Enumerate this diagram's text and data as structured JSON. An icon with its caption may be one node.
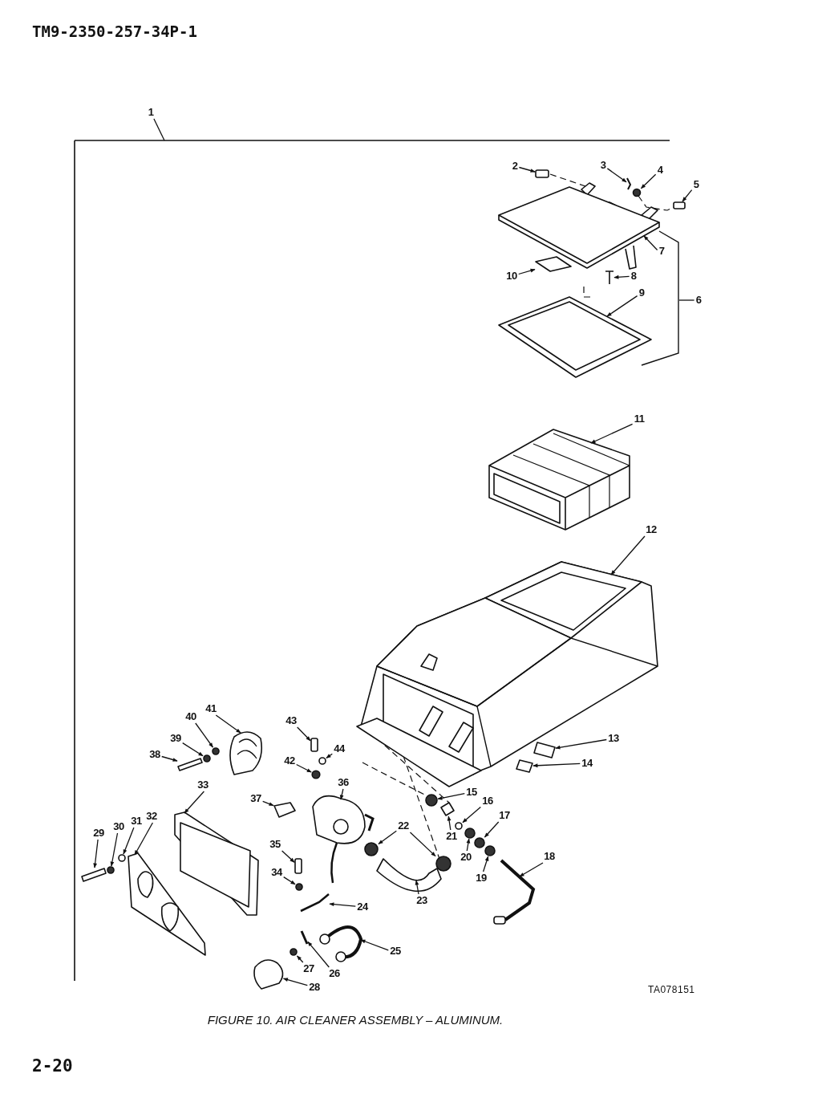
{
  "diagram": {
    "caption": "FIGURE 10. AIR CLEANER ASSEMBLY – ALUMINUM.",
    "nodes": [
      {
        "text": [
          "1"
        ]
      },
      {
        "text": [
          "2"
        ]
      },
      {
        "text": [
          "3"
        ]
      },
      {
        "text": [
          "4"
        ]
      },
      {
        "text": [
          "5"
        ]
      },
      {
        "text": [
          "6"
        ]
      },
      {
        "text": [
          "7"
        ]
      },
      {
        "text": [
          "8"
        ]
      },
      {
        "text": [
          "9"
        ]
      },
      {
        "text": [
          "10"
        ]
      },
      {
        "text": [
          "11"
        ]
      },
      {
        "text": [
          "12"
        ]
      },
      {
        "text": [
          "13"
        ]
      },
      {
        "text": [
          "14"
        ]
      },
      {
        "text": [
          "15"
        ]
      },
      {
        "text": [
          "16"
        ]
      },
      {
        "text": [
          "17"
        ]
      },
      {
        "text": [
          "18"
        ]
      },
      {
        "text": [
          "19"
        ]
      },
      {
        "text": [
          "20"
        ]
      },
      {
        "text": [
          "21"
        ]
      },
      {
        "text": [
          "22"
        ]
      },
      {
        "text": [
          "23"
        ]
      },
      {
        "text": [
          "24"
        ]
      },
      {
        "text": [
          "25"
        ]
      },
      {
        "text": [
          "26"
        ]
      },
      {
        "text": [
          "27"
        ]
      },
      {
        "text": [
          "28"
        ]
      },
      {
        "text": [
          "29"
        ]
      },
      {
        "text": [
          "30"
        ]
      },
      {
        "text": [
          "31"
        ]
      },
      {
        "text": [
          "32"
        ]
      },
      {
        "text": [
          "33"
        ]
      },
      {
        "text": [
          "34"
        ]
      },
      {
        "text": [
          "35"
        ]
      },
      {
        "text": [
          "36"
        ]
      },
      {
        "text": [
          "37"
        ]
      },
      {
        "text": [
          "38"
        ]
      },
      {
        "text": [
          "39"
        ]
      },
      {
        "text": [
          "40"
        ]
      },
      {
        "text": [
          "41"
        ]
      },
      {
        "text": [
          "42"
        ]
      },
      {
        "text": [
          "43"
        ]
      },
      {
        "text": [
          "44"
        ]
      },
      {
        "text": [],
        "shape": "box"
      },
      {
        "text": [],
        "shape": "picture"
      },
      {
        "text": [],
        "shape": "circle"
      },
      {
        "text": [],
        "shape": "box"
      },
      {
        "text": [],
        "shape": "picture"
      },
      {
        "text": [],
        "shape": "picture"
      },
      {
        "text": [],
        "shape": "picture"
      },
      {
        "text": [],
        "shape": "box"
      },
      {
        "text": [],
        "shape": "picture"
      },
      {
        "text": [],
        "shape": "picture"
      },
      {
        "text": [],
        "shape": "box"
      },
      {
        "text": [],
        "shape": "box"
      },
      {
        "text": [],
        "shape": "circle"
      },
      {
        "text": [],
        "shape": "circle"
      },
      {
        "text": [],
        "shape": "circle"
      },
      {
        "text": [],
        "shape": "picture"
      },
      {
        "text": [],
        "shape": "circle"
      },
      {
        "text": [],
        "shape": "circle"
      },
      {
        "text": [],
        "shape": "box"
      },
      {
        "text": [],
        "shape": "circle"
      },
      {
        "text": [],
        "shape": "circle"
      },
      {
        "text": [],
        "shape": "picture"
      },
      {
        "text": [],
        "shape": "picture"
      },
      {
        "text": [],
        "shape": "picture"
      },
      {
        "text": [],
        "shape": "picture"
      },
      {
        "text": [],
        "shape": "circle"
      },
      {
        "text": [],
        "shape": "picture"
      },
      {
        "text": [],
        "shape": "box"
      },
      {
        "text": [],
        "shape": "circle"
      },
      {
        "text": [],
        "shape": "circle"
      },
      {
        "text": [],
        "shape": "picture"
      },
      {
        "text": [],
        "shape": "picture"
      },
      {
        "text": [],
        "shape": "circle"
      },
      {
        "text": [],
        "shape": "box"
      },
      {
        "text": [],
        "shape": "picture"
      },
      {
        "text": [],
        "shape": "box"
      },
      {
        "text": [],
        "shape": "box"
      },
      {
        "text": [],
        "shape": "circle"
      },
      {
        "text": [],
        "shape": "circle"
      },
      {
        "text": [],
        "shape": "picture"
      },
      {
        "text": [],
        "shape": "circle"
      },
      {
        "text": [],
        "shape": "box"
      },
      {
        "text": [],
        "shape": "circle"
      }
    ],
    "edges": [
      {
        "from": 0,
        "to": null,
        "arrow": "none"
      },
      {
        "from": 1,
        "to": 44,
        "arrow": "to"
      },
      {
        "from": 2,
        "to": 45,
        "arrow": "to"
      },
      {
        "from": 3,
        "to": 46,
        "arrow": "to"
      },
      {
        "from": 4,
        "to": 47,
        "arrow": "to"
      },
      {
        "from": 5,
        "to": null,
        "arrow": "none"
      },
      {
        "from": 6,
        "to": 48,
        "arrow": "to"
      },
      {
        "from": 7,
        "to": 49,
        "arrow": "to"
      },
      {
        "from": 8,
        "to": 50,
        "arrow": "to"
      },
      {
        "from": 9,
        "to": 51,
        "arrow": "to"
      },
      {
        "from": 10,
        "to": 52,
        "arrow": "to"
      },
      {
        "from": 11,
        "to": 53,
        "arrow": "to"
      },
      {
        "from": 12,
        "to": 54,
        "arrow": "to"
      },
      {
        "from": 13,
        "to": 55,
        "arrow": "to"
      },
      {
        "from": 14,
        "to": 56,
        "arrow": "to"
      },
      {
        "from": 15,
        "to": 57,
        "arrow": "to"
      },
      {
        "from": 16,
        "to": 58,
        "arrow": "to"
      },
      {
        "from": 17,
        "to": 59,
        "arrow": "to"
      },
      {
        "from": 18,
        "to": 60,
        "arrow": "to"
      },
      {
        "from": 19,
        "to": 61,
        "arrow": "to"
      },
      {
        "from": 20,
        "to": 62,
        "arrow": "to"
      },
      {
        "from": 21,
        "to": 63,
        "arrow": "to"
      },
      {
        "from": 21,
        "to": 64,
        "arrow": "to"
      },
      {
        "from": 22,
        "to": 65,
        "arrow": "to"
      },
      {
        "from": 23,
        "to": 66,
        "arrow": "to"
      },
      {
        "from": 24,
        "to": 67,
        "arrow": "to"
      },
      {
        "from": 25,
        "to": 68,
        "arrow": "to"
      },
      {
        "from": 26,
        "to": 69,
        "arrow": "to"
      },
      {
        "from": 27,
        "to": 70,
        "arrow": "to"
      },
      {
        "from": 28,
        "to": 71,
        "arrow": "to"
      },
      {
        "from": 29,
        "to": 72,
        "arrow": "to"
      },
      {
        "from": 30,
        "to": 73,
        "arrow": "to"
      },
      {
        "from": 31,
        "to": 74,
        "arrow": "to"
      },
      {
        "from": 32,
        "to": 75,
        "arrow": "to"
      },
      {
        "from": 33,
        "to": 76,
        "arrow": "to"
      },
      {
        "from": 34,
        "to": 77,
        "arrow": "to"
      },
      {
        "from": 35,
        "to": 78,
        "arrow": "to"
      },
      {
        "from": 36,
        "to": 79,
        "arrow": "to"
      },
      {
        "from": 37,
        "to": 80,
        "arrow": "to"
      },
      {
        "from": 38,
        "to": 81,
        "arrow": "to"
      },
      {
        "from": 39,
        "to": 82,
        "arrow": "to"
      },
      {
        "from": 40,
        "to": 83,
        "arrow": "to"
      },
      {
        "from": 41,
        "to": 84,
        "arrow": "to"
      },
      {
        "from": 42,
        "to": 85,
        "arrow": "to"
      },
      {
        "from": 43,
        "to": 86,
        "arrow": "to"
      }
    ],
    "labels": [
      "TM9-2350-257-34P-1",
      "TA078151",
      "2-20"
    ]
  }
}
